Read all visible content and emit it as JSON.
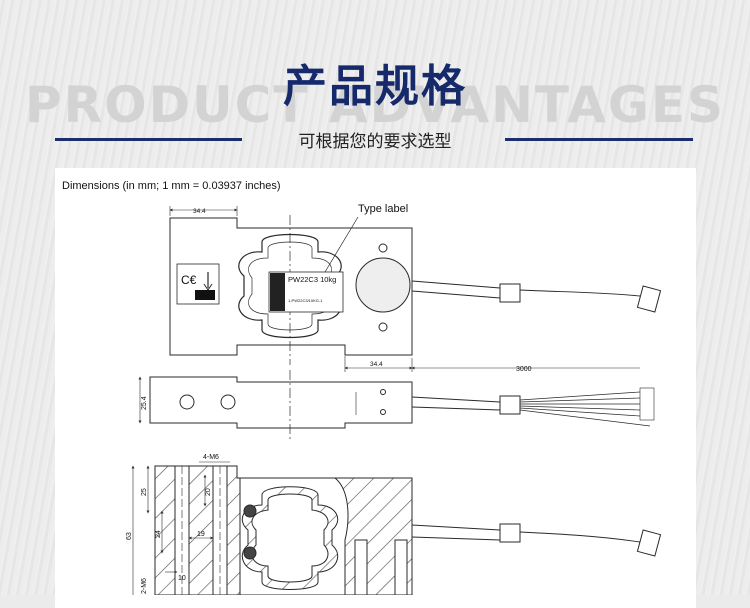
{
  "header": {
    "watermark": "PRODUCT ADVANTAGES",
    "title": "产品规格",
    "subtitle": "可根据您的要求选型"
  },
  "drawing": {
    "note": "Dimensions (in mm; 1 mm = 0.03937 inches)",
    "type_label_callout": "Type label",
    "label_model": "PW22C3 10kg",
    "label_serial": "1-PW22C3/10KG-1",
    "dims": {
      "top_width": "34.4",
      "right_offset": "34.4",
      "cable_length": "3000",
      "height_side": "25.4",
      "thread_top": "4-M6",
      "dim_25": "25",
      "dim_20": "20",
      "dim_24": "24",
      "dim_19": "19",
      "dim_63": "63",
      "dim_10": "10",
      "thread_bottom": "2-M6"
    },
    "colors": {
      "line": "#2a2a2a",
      "hatch": "#555555",
      "bolt": "#444444"
    }
  }
}
